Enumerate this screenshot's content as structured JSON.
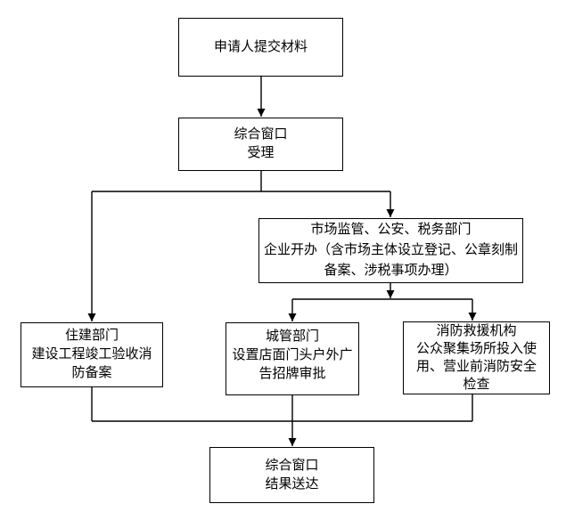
{
  "diagram": {
    "type": "flowchart",
    "colors": {
      "background": "#ffffff",
      "box_fill": "#ffffff",
      "box_border": "#000000",
      "line": "#000000",
      "text": "#000000"
    },
    "nodes": [
      {
        "id": "applicant",
        "title": "申请人提交材料",
        "subtitle": ""
      },
      {
        "id": "accept",
        "title": "综合窗口",
        "subtitle": "受理"
      },
      {
        "id": "market",
        "title": "市场监管、公安、税务部门",
        "subtitle": "企业开办（含市场主体设立登记、公章刻制备案、涉税事项办理）"
      },
      {
        "id": "housing",
        "title": "住建部门",
        "subtitle": "建设工程竣工验收消防备案"
      },
      {
        "id": "urban",
        "title": "城管部门",
        "subtitle": "设置店面门头户外广告招牌审批"
      },
      {
        "id": "fire",
        "title": "消防救援机构",
        "subtitle": "公众聚集场所投入使用、营业前消防安全检查"
      },
      {
        "id": "deliver",
        "title": "综合窗口",
        "subtitle": "结果送达"
      }
    ],
    "edges": [
      {
        "from": "applicant",
        "to": "accept"
      },
      {
        "from": "accept",
        "to": "housing"
      },
      {
        "from": "accept",
        "to": "market"
      },
      {
        "from": "market",
        "to": "urban"
      },
      {
        "from": "market",
        "to": "fire"
      },
      {
        "from": "housing",
        "to": "deliver"
      },
      {
        "from": "urban",
        "to": "deliver"
      },
      {
        "from": "fire",
        "to": "deliver"
      }
    ]
  }
}
